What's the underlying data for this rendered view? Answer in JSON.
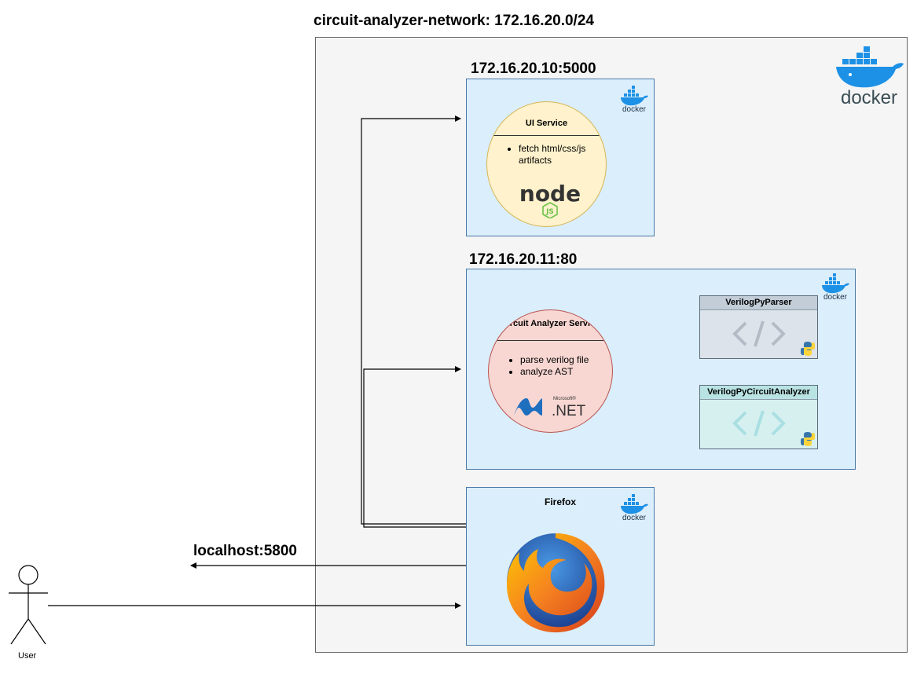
{
  "network": {
    "title": "circuit-analyzer-network: 172.16.20.0/24",
    "logo_text": "docker"
  },
  "containers": {
    "ui": {
      "address": "172.16.20.10:5000",
      "docker_label": "docker",
      "service_title": "UI Service",
      "bullets": [
        "fetch html/css/js artifacts"
      ],
      "logo_text": "node",
      "logo_sub": "JS",
      "fill": "#fff2cc",
      "stroke": "#d6b656"
    },
    "analyzer": {
      "address": "172.16.20.11:80",
      "docker_label": "docker",
      "service_title": "Circuit Analyzer Service",
      "bullets": [
        "parse verilog file",
        "analyze AST"
      ],
      "logo_small": "Microsoft®",
      "logo_text": ".NET",
      "fill": "#f8d7d3",
      "stroke": "#b85450"
    },
    "firefox": {
      "label": "Firefox",
      "docker_label": "docker"
    }
  },
  "libraries": [
    {
      "name": "VerilogPyParser",
      "icon": "code-icon",
      "fill": "#dde3ea",
      "header_fill": "#c2cdd8"
    },
    {
      "name": "VerilogPyCircuitAnalyzer",
      "icon": "code-icon",
      "fill": "#d6f0f0",
      "header_fill": "#b9e3e3"
    }
  ],
  "endpoints": {
    "localhost": "localhost:5800"
  },
  "user": {
    "label": "User"
  },
  "colors": {
    "container_fill": "#dbeefb",
    "container_stroke": "#4a7aa8",
    "network_fill": "#f5f5f5",
    "docker_blue": "#1d91e6",
    "docker_text": "#394d54"
  }
}
